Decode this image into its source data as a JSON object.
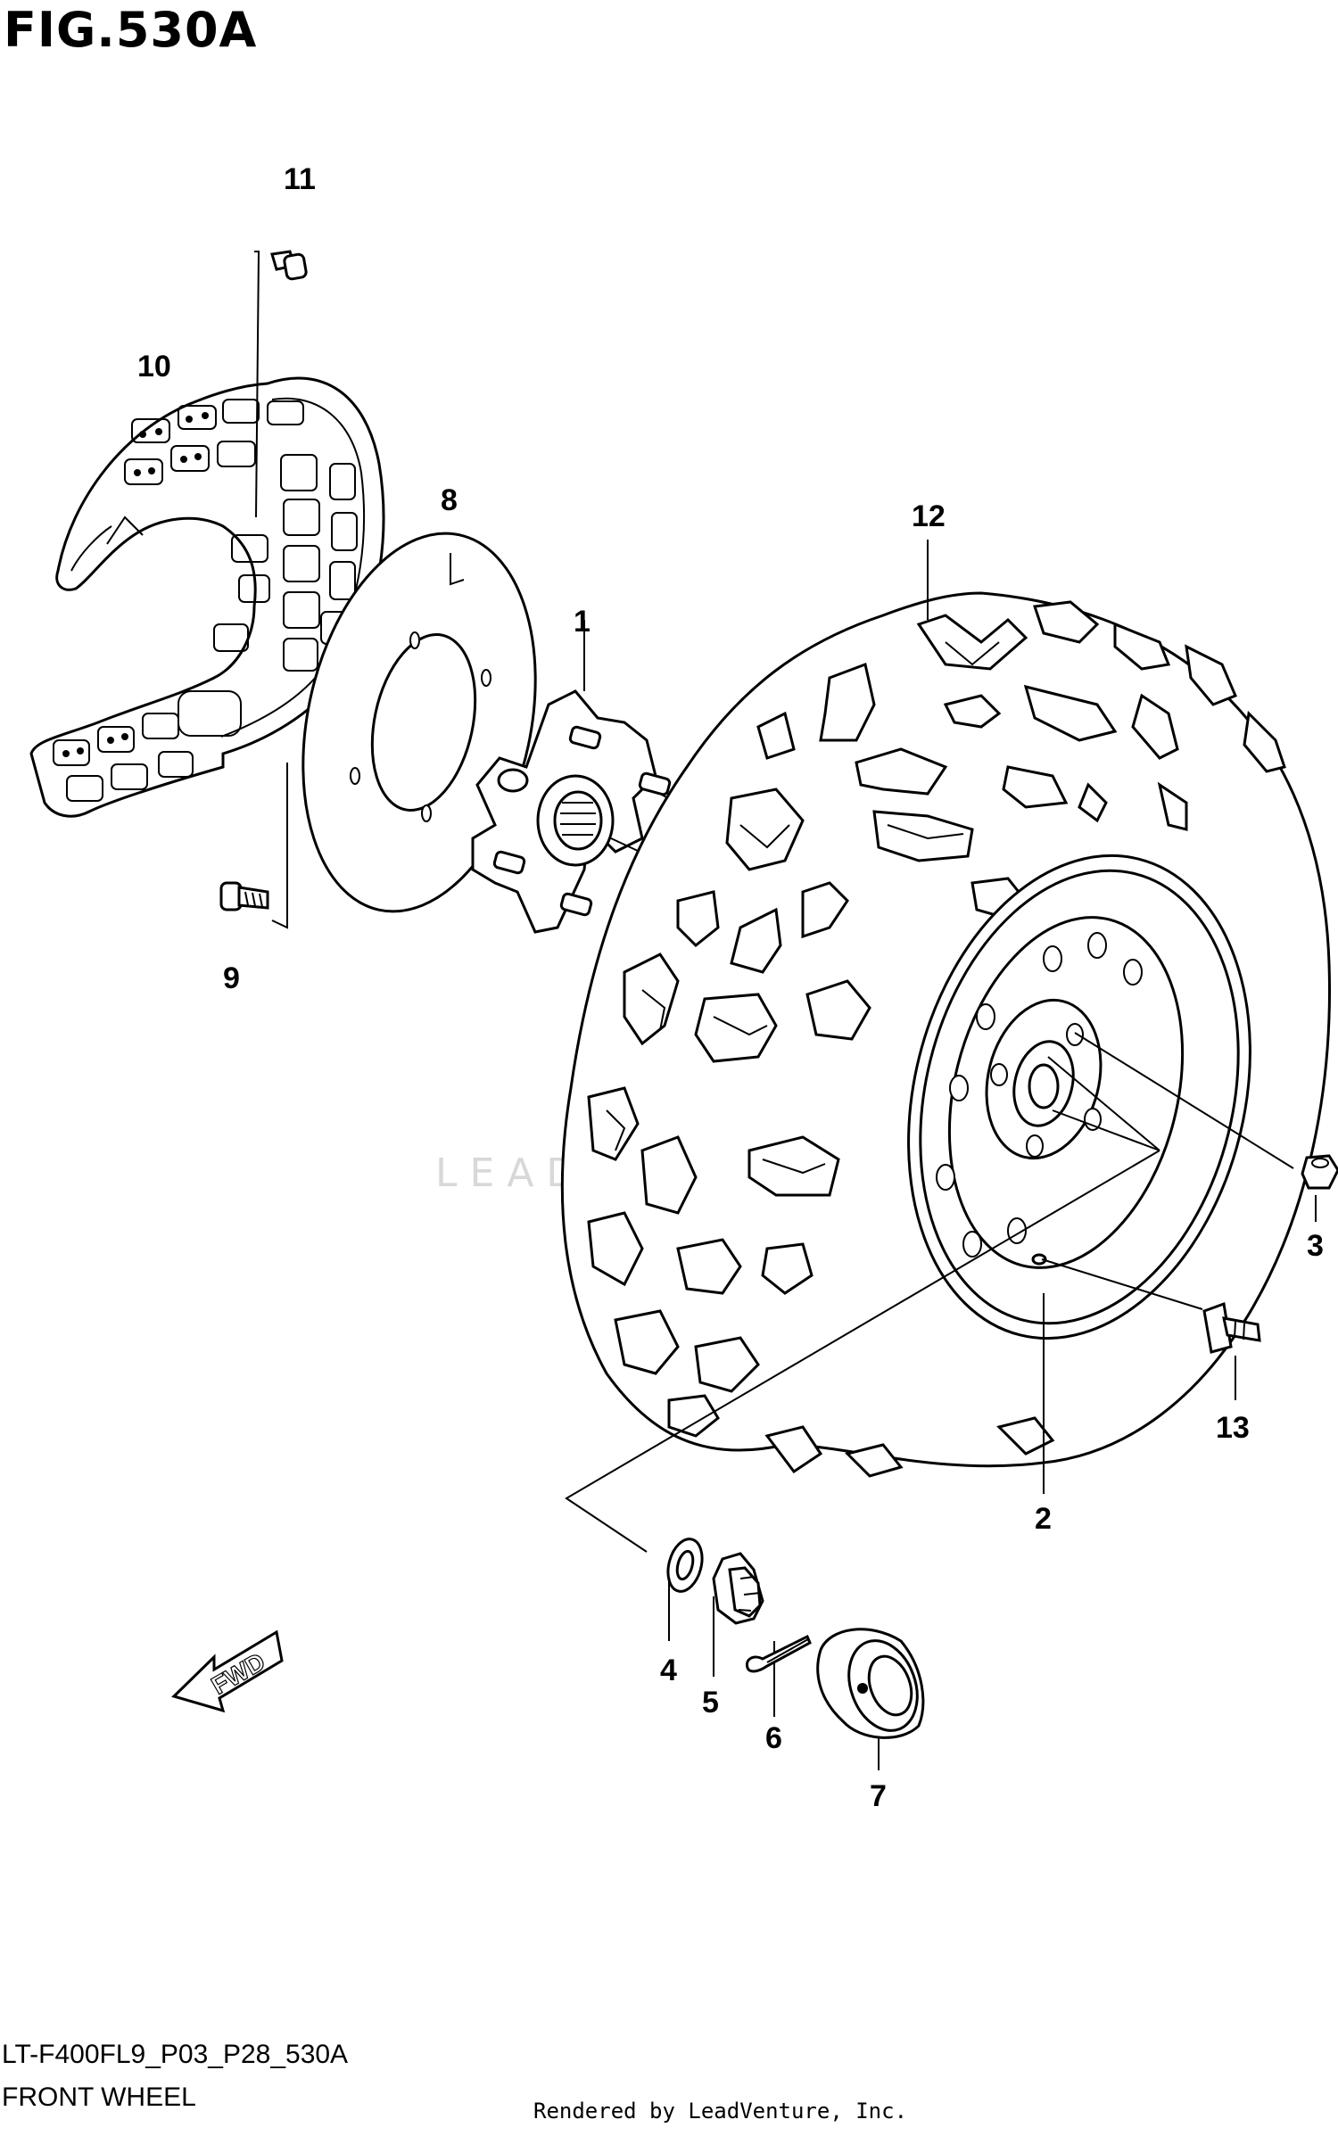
{
  "title": "FIG.530A",
  "watermark": "LEADVENTURE",
  "fwd_label": "FWD",
  "footer": {
    "code": "LT-F400FL9_P03_P28_530A",
    "name": "FRONT WHEEL",
    "rendered_by": "Rendered by LeadVenture, Inc."
  },
  "callouts": {
    "c1": "1",
    "c2": "2",
    "c3": "3",
    "c4": "4",
    "c5": "5",
    "c6": "6",
    "c7": "7",
    "c8": "8",
    "c9": "9",
    "c10": "10",
    "c11": "11",
    "c12": "12",
    "c13": "13"
  }
}
